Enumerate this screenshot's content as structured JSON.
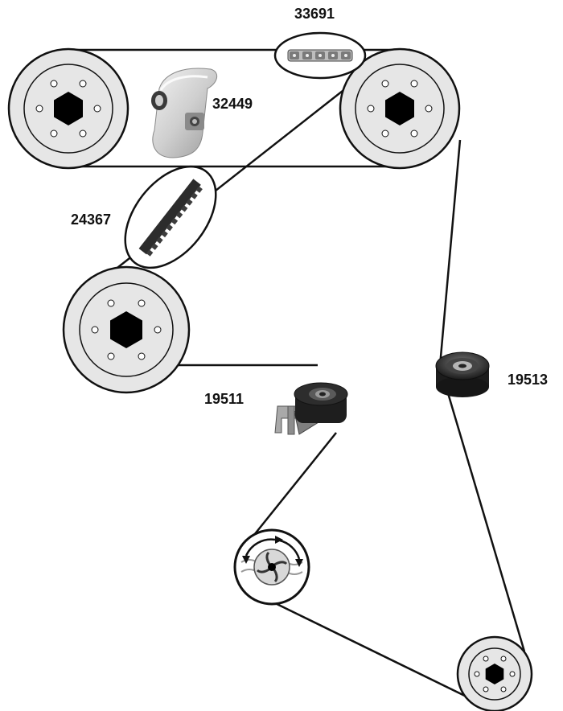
{
  "diagram": {
    "belt_color": "#111111",
    "pulley_fill": "#e6e6e6",
    "hub_color": "#000000",
    "parts": [
      {
        "id": "chain",
        "label": "33691",
        "icon": "timing-chain-icon"
      },
      {
        "id": "guide",
        "label": "32449",
        "icon": "chain-guide-icon"
      },
      {
        "id": "belt",
        "label": "24367",
        "icon": "toothed-belt-icon"
      },
      {
        "id": "tensioner",
        "label": "19511",
        "icon": "tensioner-pulley-icon"
      },
      {
        "id": "idler",
        "label": "19513",
        "icon": "idler-pulley-icon"
      }
    ],
    "pulleys": [
      {
        "id": "camshaft-left",
        "icon": "camshaft-sprocket-icon"
      },
      {
        "id": "camshaft-right",
        "icon": "camshaft-sprocket-icon"
      },
      {
        "id": "injection-pump",
        "icon": "pump-sprocket-icon"
      },
      {
        "id": "water-pump",
        "icon": "water-pump-icon"
      },
      {
        "id": "crankshaft",
        "icon": "crankshaft-sprocket-icon"
      }
    ]
  }
}
